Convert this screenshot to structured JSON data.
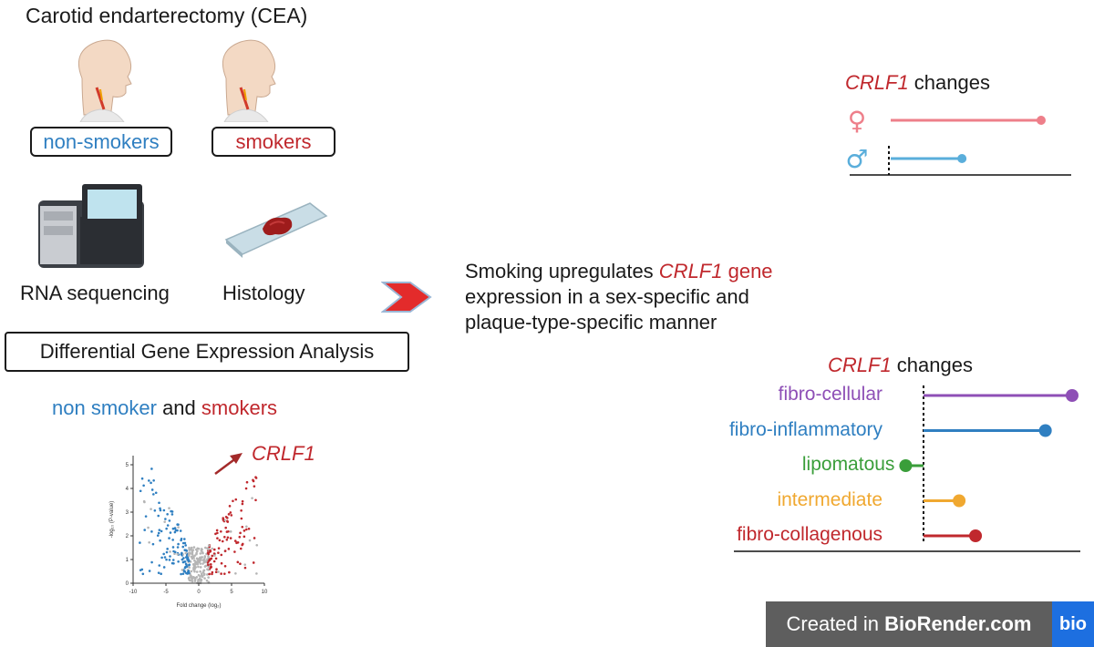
{
  "title": "Carotid endarterectomy (CEA)",
  "groups": {
    "nonsmokers": "non-smokers",
    "smokers": "smokers"
  },
  "methods": {
    "rna": "RNA sequencing",
    "histology": "Histology"
  },
  "analysis_label": "Differential Gene Expression Analysis",
  "comparison": {
    "part1": "non smoker",
    "part2": " and ",
    "part3": "smokers"
  },
  "volcano": {
    "gene_label": "CRLF1",
    "xlabel": "Fold change (log₂)",
    "ylabel": "-log₁₀ (P-value)",
    "xticks": [
      "-10",
      "-5",
      "0",
      "5",
      "10"
    ],
    "yticks": [
      "0",
      "1",
      "2",
      "3",
      "4",
      "5"
    ]
  },
  "summary": {
    "line1a": "Smoking upregulates ",
    "gene": "CRLF1",
    "line1b": " gene",
    "line2": "expression in a sex-specific and",
    "line3": "plaque-type-specific manner"
  },
  "chart_data": [
    {
      "type": "lollipop",
      "title_gene": "CRLF1",
      "title_rest": " changes",
      "categories": [
        "♀",
        "♂"
      ],
      "values": [
        1.0,
        0.48
      ],
      "colors": [
        "#ee7f8a",
        "#5aaedb"
      ]
    },
    {
      "type": "lollipop",
      "title_gene": "CRLF1",
      "title_rest": " changes",
      "categories": [
        "fibro-cellular",
        "fibro-inflammatory",
        "lipomatous",
        "intermediate",
        "fibro-collagenous"
      ],
      "values": [
        1.0,
        0.82,
        -0.12,
        0.24,
        0.35
      ],
      "colors": [
        "#8e4fb6",
        "#2f7fc1",
        "#3a9e3a",
        "#f0a830",
        "#c0282d"
      ]
    }
  ],
  "footer": {
    "prefix": "Created in ",
    "brand": "BioRender.com",
    "logo": "bio"
  }
}
